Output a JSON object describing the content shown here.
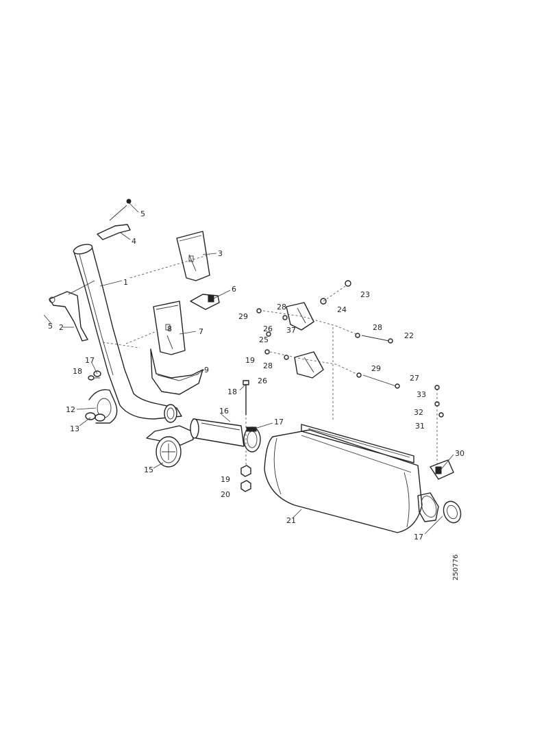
{
  "callouts": {
    "c1": "1",
    "c2": "2",
    "c3": "3",
    "c4": "4",
    "c5": "5",
    "c5b": "5",
    "c6": "6",
    "c7": "7",
    "c8": "8",
    "c9": "9",
    "c12": "12",
    "c13": "13",
    "c15": "15",
    "c16": "16",
    "c17a": "17",
    "c17b": "17",
    "c17c": "17",
    "c18a": "18",
    "c18b": "18",
    "c19a": "19",
    "c19b": "19",
    "c20": "20",
    "c21": "21",
    "c22": "22",
    "c23": "23",
    "c24": "24",
    "c25": "25",
    "c26a": "26",
    "c26b": "26",
    "c27": "27",
    "c28a": "28",
    "c28b": "28",
    "c28c": "28",
    "c29a": "29",
    "c29b": "29",
    "c30": "30",
    "c31": "31",
    "c32": "32",
    "c33": "33",
    "c37": "37"
  },
  "reference_number": "250776"
}
